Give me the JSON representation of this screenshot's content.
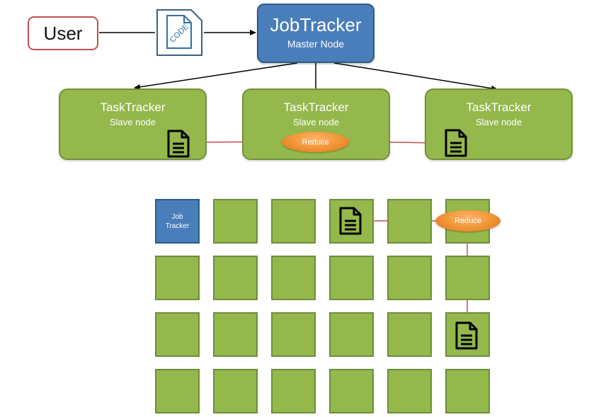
{
  "user": {
    "label": "User"
  },
  "code_file": {
    "label": "CODE"
  },
  "jobtracker": {
    "title": "JobTracker",
    "subtitle": "Master Node"
  },
  "tasktrackers": [
    {
      "title": "TaskTracker",
      "subtitle": "Slave node"
    },
    {
      "title": "TaskTracker",
      "subtitle": "Slave node"
    },
    {
      "title": "TaskTracker",
      "subtitle": "Slave node"
    }
  ],
  "reduce_top": {
    "label": "Reduce"
  },
  "grid": {
    "rows": 4,
    "cols": 6,
    "job_tracker_line1": "Job",
    "job_tracker_line2": "Tracker",
    "reduce_label": "Reduce"
  },
  "colors": {
    "node_green": "#94b84c",
    "master_blue": "#4a7ebb",
    "user_border": "#c0504d",
    "reduce_orange": "#f39a3c",
    "arrow_red": "#c0504d"
  },
  "icons": [
    "document-icon",
    "code-file-icon"
  ]
}
